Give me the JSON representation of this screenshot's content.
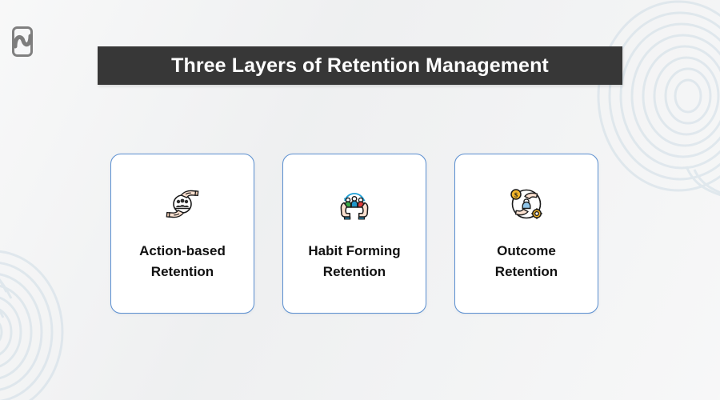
{
  "page": {
    "background_color": "#f0f1f1",
    "decor": {
      "name": "fingerprint-swirl-pattern",
      "color": "#cfdde6"
    }
  },
  "logo": {
    "name": "brand-logo",
    "shape": "rounded-rectangle-with-n-swoosh",
    "color": "#808080"
  },
  "header": {
    "title": "Three Layers of Retention Management",
    "background_color": "#373737",
    "text_color": "#ffffff"
  },
  "cards": [
    {
      "icon": "hands-exchange-people-icon",
      "label": "Action-based\nRetention",
      "border_color": "#5b8fd0"
    },
    {
      "icon": "hands-holding-three-people-icon",
      "label": "Habit Forming\nRetention",
      "border_color": "#5b8fd0"
    },
    {
      "icon": "hands-person-coin-badge-icon",
      "label": "Outcome\nRetention",
      "border_color": "#5b8fd0"
    }
  ]
}
